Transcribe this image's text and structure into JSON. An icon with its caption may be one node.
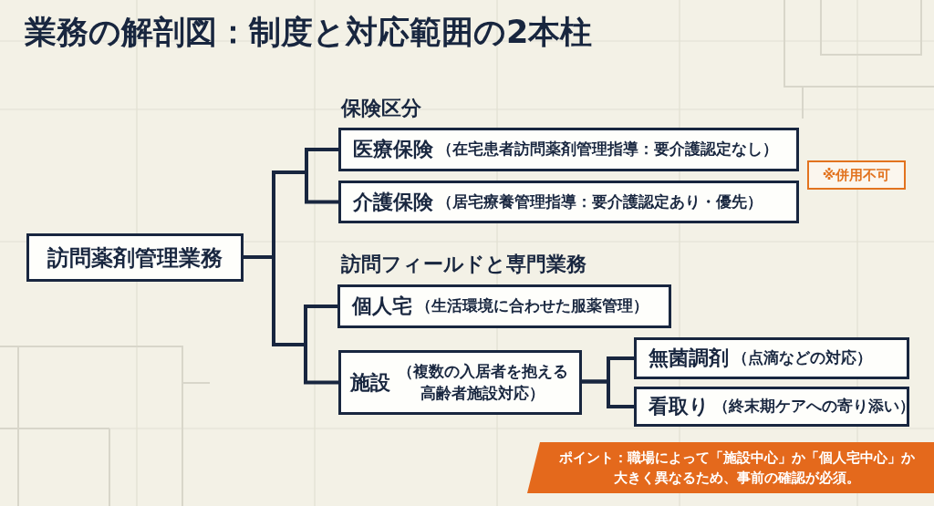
{
  "diagram": {
    "title": "業務の解剖図：制度と対応範囲の2本柱",
    "nodes": [
      {
        "text": [
          "訪問薬剤管理業務"
        ]
      },
      {
        "text": [
          "医療保険",
          "（在宅患者訪問薬剤管理指導：要介護認定なし）"
        ]
      },
      {
        "text": [
          "介護保険",
          "（居宅療養管理指導：要介護認定あり・優先）"
        ]
      },
      {
        "text": [
          "※併用不可"
        ]
      },
      {
        "text": [
          "個人宅",
          "（生活環境に合わせた服薬管理）"
        ]
      },
      {
        "text": [
          "施設",
          "（複数の入居者を抱える高齢者施設対応）"
        ]
      },
      {
        "text": [
          "無菌調剤",
          "（点滴などの対応）"
        ]
      },
      {
        "text": [
          "看取り",
          "（終末期ケアへの寄り添い）"
        ]
      },
      {
        "text": [
          "ポイント：職場によって「施設中心」か「個人宅中心」か大きく異なるため、事前の確認が必須。"
        ]
      }
    ],
    "edges": [
      {
        "from": 0,
        "to": 1,
        "arrow": "none"
      },
      {
        "from": 0,
        "to": 2,
        "arrow": "none"
      },
      {
        "from": 0,
        "to": 4,
        "arrow": "none"
      },
      {
        "from": 0,
        "to": 5,
        "arrow": "none"
      },
      {
        "from": 5,
        "to": 6,
        "arrow": "none"
      },
      {
        "from": 5,
        "to": 7,
        "arrow": "none"
      }
    ],
    "labels": [
      "保険区分",
      "訪問フィールドと専門業務"
    ]
  }
}
